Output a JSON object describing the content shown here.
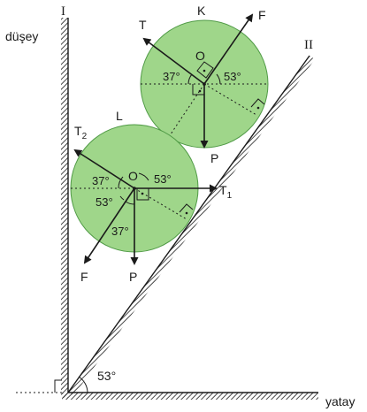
{
  "colors": {
    "ball_fill": "#9fd68a",
    "ball_stroke": "#4f9a45",
    "line": "#1a1a1a",
    "background": "#ffffff"
  },
  "walls": {
    "vertical_label": "düşey",
    "vertical_roman": "I",
    "incline_roman": "II",
    "floor_label": "yatay",
    "incline_angle": "53°"
  },
  "balls": {
    "K": {
      "name": "K",
      "center": "O",
      "angle_left": "37°",
      "angle_right": "53°",
      "forces": {
        "tension": "T",
        "applied": "F",
        "weight": "P"
      }
    },
    "L": {
      "name": "L",
      "center": "O",
      "angle_upper_left": "37°",
      "angle_upper_right": "53°",
      "angle_lower_left": "53°",
      "angle_lower": "37°",
      "forces": {
        "tension2": "T",
        "tension2_sub": "2",
        "tension1": "T",
        "tension1_sub": "1",
        "applied": "F",
        "weight": "P"
      }
    }
  }
}
